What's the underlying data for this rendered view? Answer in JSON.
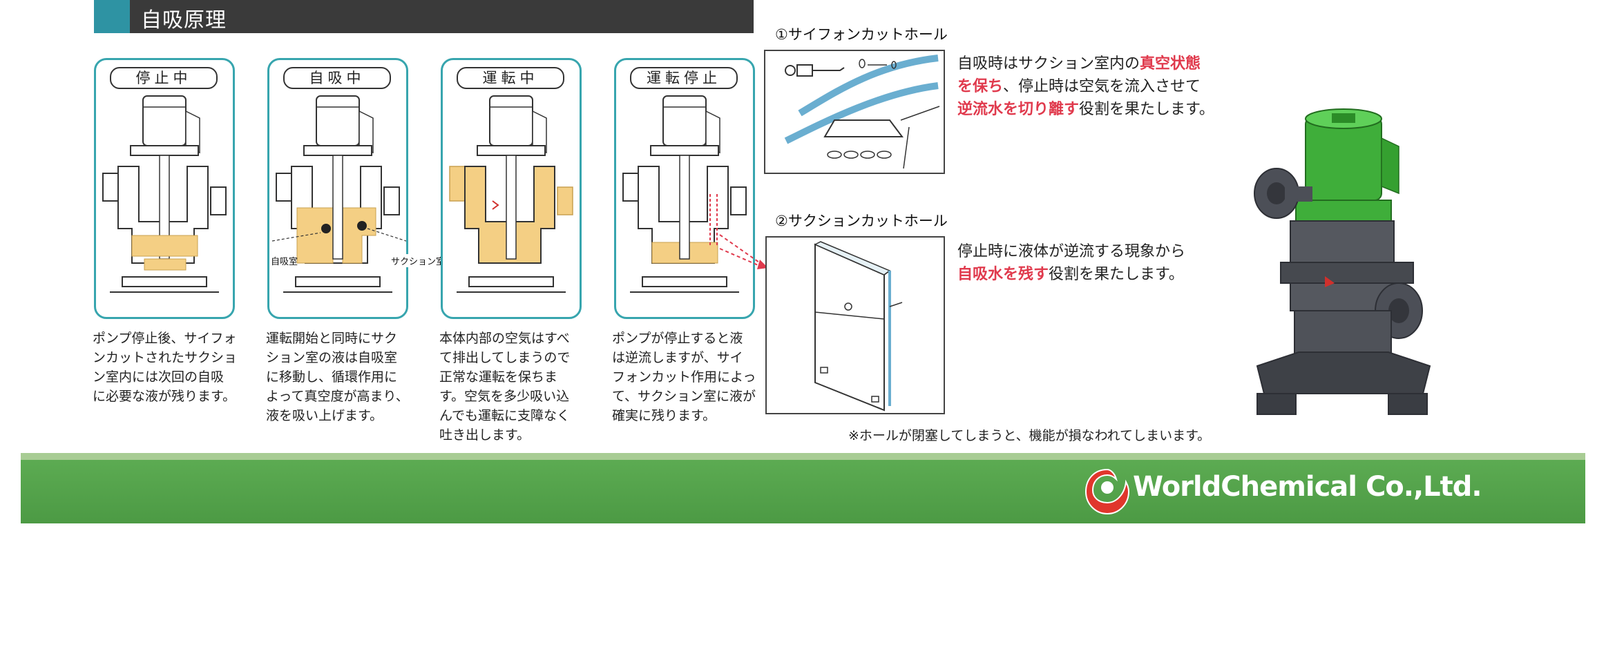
{
  "header": {
    "title": "自吸原理"
  },
  "stages": [
    {
      "title": "停止中",
      "desc": [
        "ポンプ停止後、サイフォ",
        "ンカットされたサクショ",
        "ン室内には次回の自吸",
        "に必要な液が残ります。"
      ]
    },
    {
      "title": "自吸中",
      "desc": [
        "運転開始と同時にサク",
        "ション室の液は自吸室",
        "に移動し、循環作用に",
        "よって真空度が高まり、",
        "液を吸い上げます。"
      ]
    },
    {
      "title": "運転中",
      "desc": [
        "本体内部の空気はすべ",
        "て排出してしまうので",
        "正常な運転を保ちま",
        "す。空気を多少吸い込",
        "んでも運転に支障なく",
        "吐き出します。"
      ]
    },
    {
      "title": "運転停止",
      "desc": [
        "ポンプが停止すると液",
        "は逆流しますが、サイ",
        "フォンカット作用によっ",
        "て、サクション室に液が",
        "確実に残ります。"
      ]
    }
  ],
  "labels": {
    "self_priming_chamber": "自吸室",
    "suction_chamber": "サクション室"
  },
  "holes": {
    "siphon": {
      "title": "①サイフォンカットホール",
      "line1_a": "自吸時はサクション室内の",
      "line1_b": "真空状態",
      "line2_a": "を保ち",
      "line2_b": "、停止時は空気を流入させて",
      "line3_a": "逆流水を切り離す",
      "line3_b": "役割を果たします。"
    },
    "suction": {
      "title": "②サクションカットホール",
      "line1": "停止時に液体が逆流する現象から",
      "line2_a": "自吸水を残す",
      "line2_b": "役割を果たします。"
    },
    "note": "※ホールが閉塞してしまうと、機能が損なわれてしまいます。"
  },
  "footer": {
    "company": "WorldChemical Co.,Ltd."
  },
  "colors": {
    "accent_teal": "#37a5ae",
    "header_dark": "#3a3a3a",
    "highlight_red": "#e03a4d",
    "band_green": "#55a34b",
    "liquid_yellow": "#f4cf84"
  }
}
